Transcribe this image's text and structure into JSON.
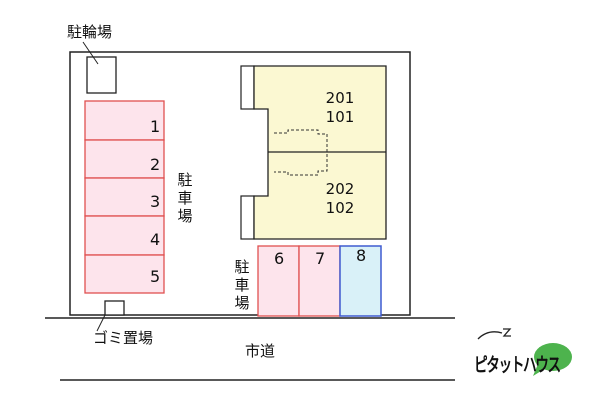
{
  "labels": {
    "bicycle_parking": "駐輪場",
    "garbage": "ゴミ置場",
    "road": "市道",
    "parking_left": "駐車場",
    "parking_right": "駐車場"
  },
  "parking_left": [
    "1",
    "2",
    "3",
    "4",
    "5"
  ],
  "parking_right": [
    "6",
    "7",
    "8"
  ],
  "building": {
    "upper_rooms": [
      "201",
      "101"
    ],
    "lower_rooms": [
      "202",
      "102"
    ]
  },
  "logo": {
    "text": "ピタットハウス",
    "icon": "speech-bubble-icon"
  },
  "colors": {
    "building_fill": "#fbf8d2",
    "parking_fill": "#fde4ec",
    "parking_stroke": "#e05050",
    "special_parking_fill": "#d9f1f8",
    "special_parking_stroke": "#3f5bd0",
    "logo_green": "#4db34d"
  }
}
